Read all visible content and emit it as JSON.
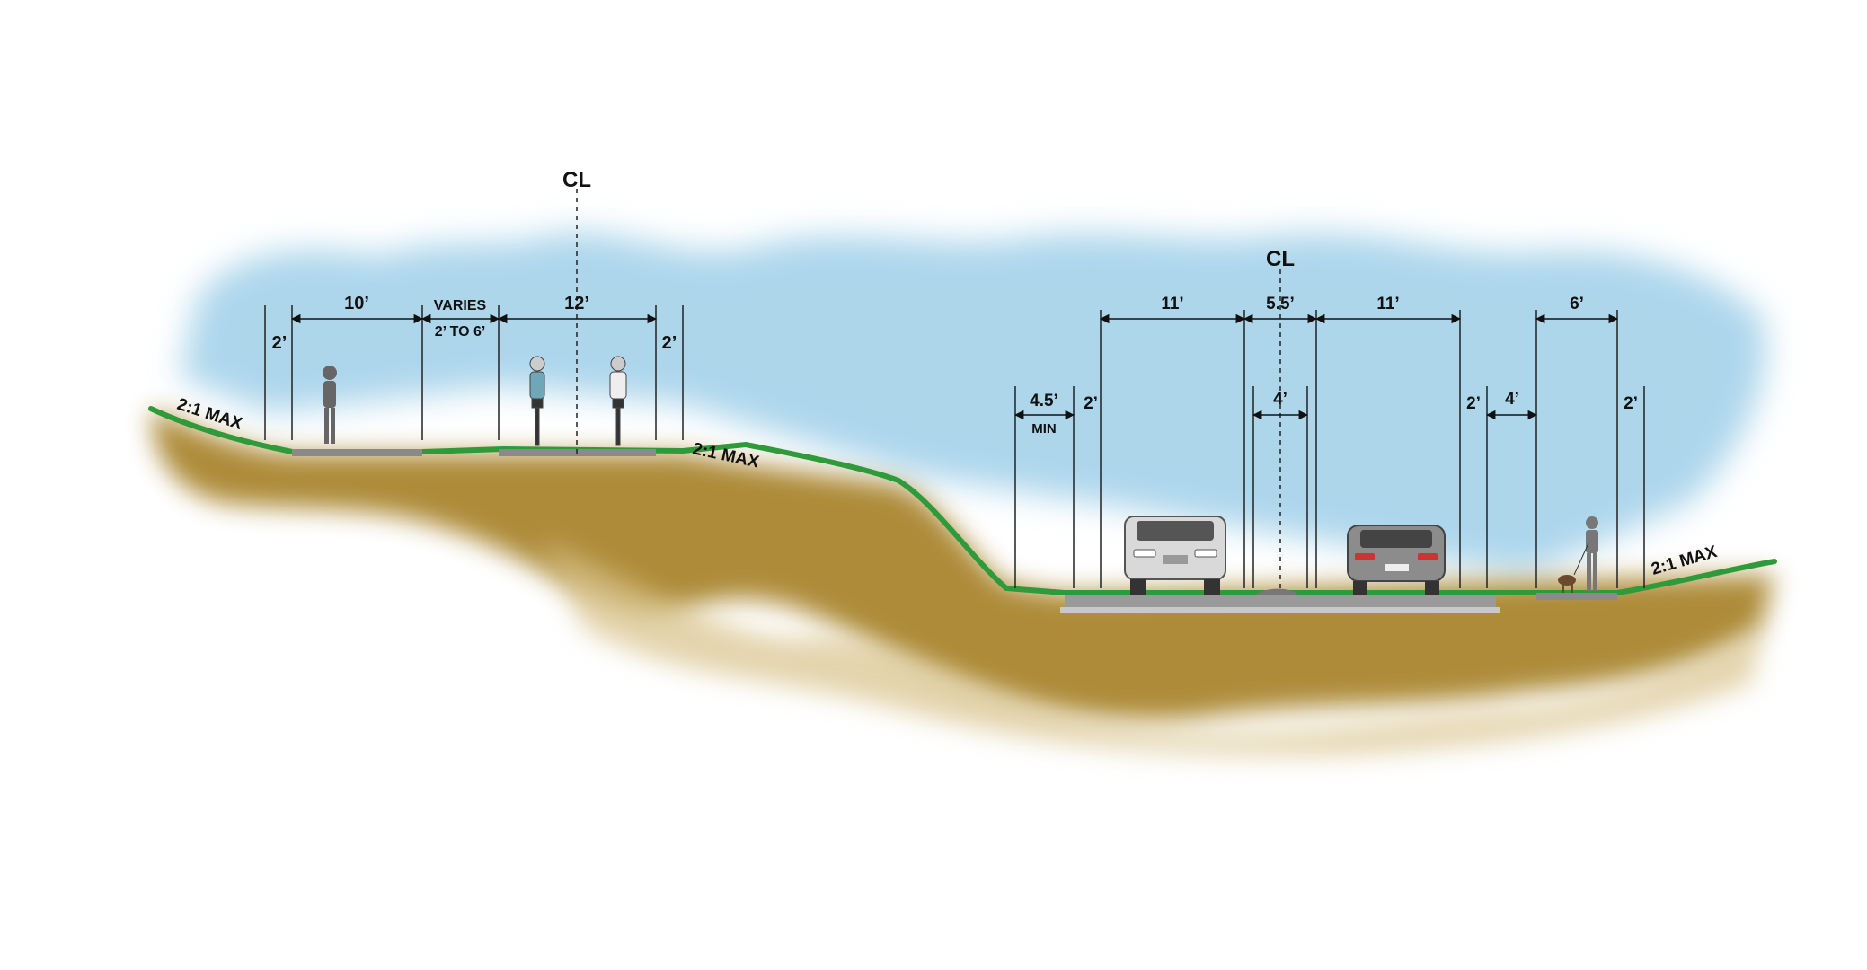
{
  "labels": {
    "centerline": "CL",
    "path_section": {
      "dim_2_left": "2’",
      "dim_10": "10’",
      "varies": "VARIES",
      "varies_range": "2’ TO 6’",
      "dim_12": "12’",
      "dim_2_right": "2’",
      "slope_left": "2:1 MAX",
      "slope_right": "2:1 MAX"
    },
    "road_section": {
      "dim_4_5": "4.5’",
      "min": "MIN",
      "dim_2_a": "2’",
      "dim_11_left": "11’",
      "dim_5_5": "5.5’",
      "dim_4_median": "4’",
      "dim_11_right": "11’",
      "dim_2_b": "2’",
      "dim_4_buffer": "4’",
      "dim_6_sidewalk": "6’",
      "dim_2_c": "2’",
      "slope_far": "2:1 MAX"
    }
  },
  "colors": {
    "sky": "#9fcfe8",
    "soil": "#a9852f",
    "soil_light": "#d8c28a",
    "grass": "#2f9a3a",
    "pavement": "#8a8a8a",
    "vehicle_light": "#d9d9d9",
    "vehicle_dark": "#8c8c8c",
    "ink": "#111111"
  }
}
